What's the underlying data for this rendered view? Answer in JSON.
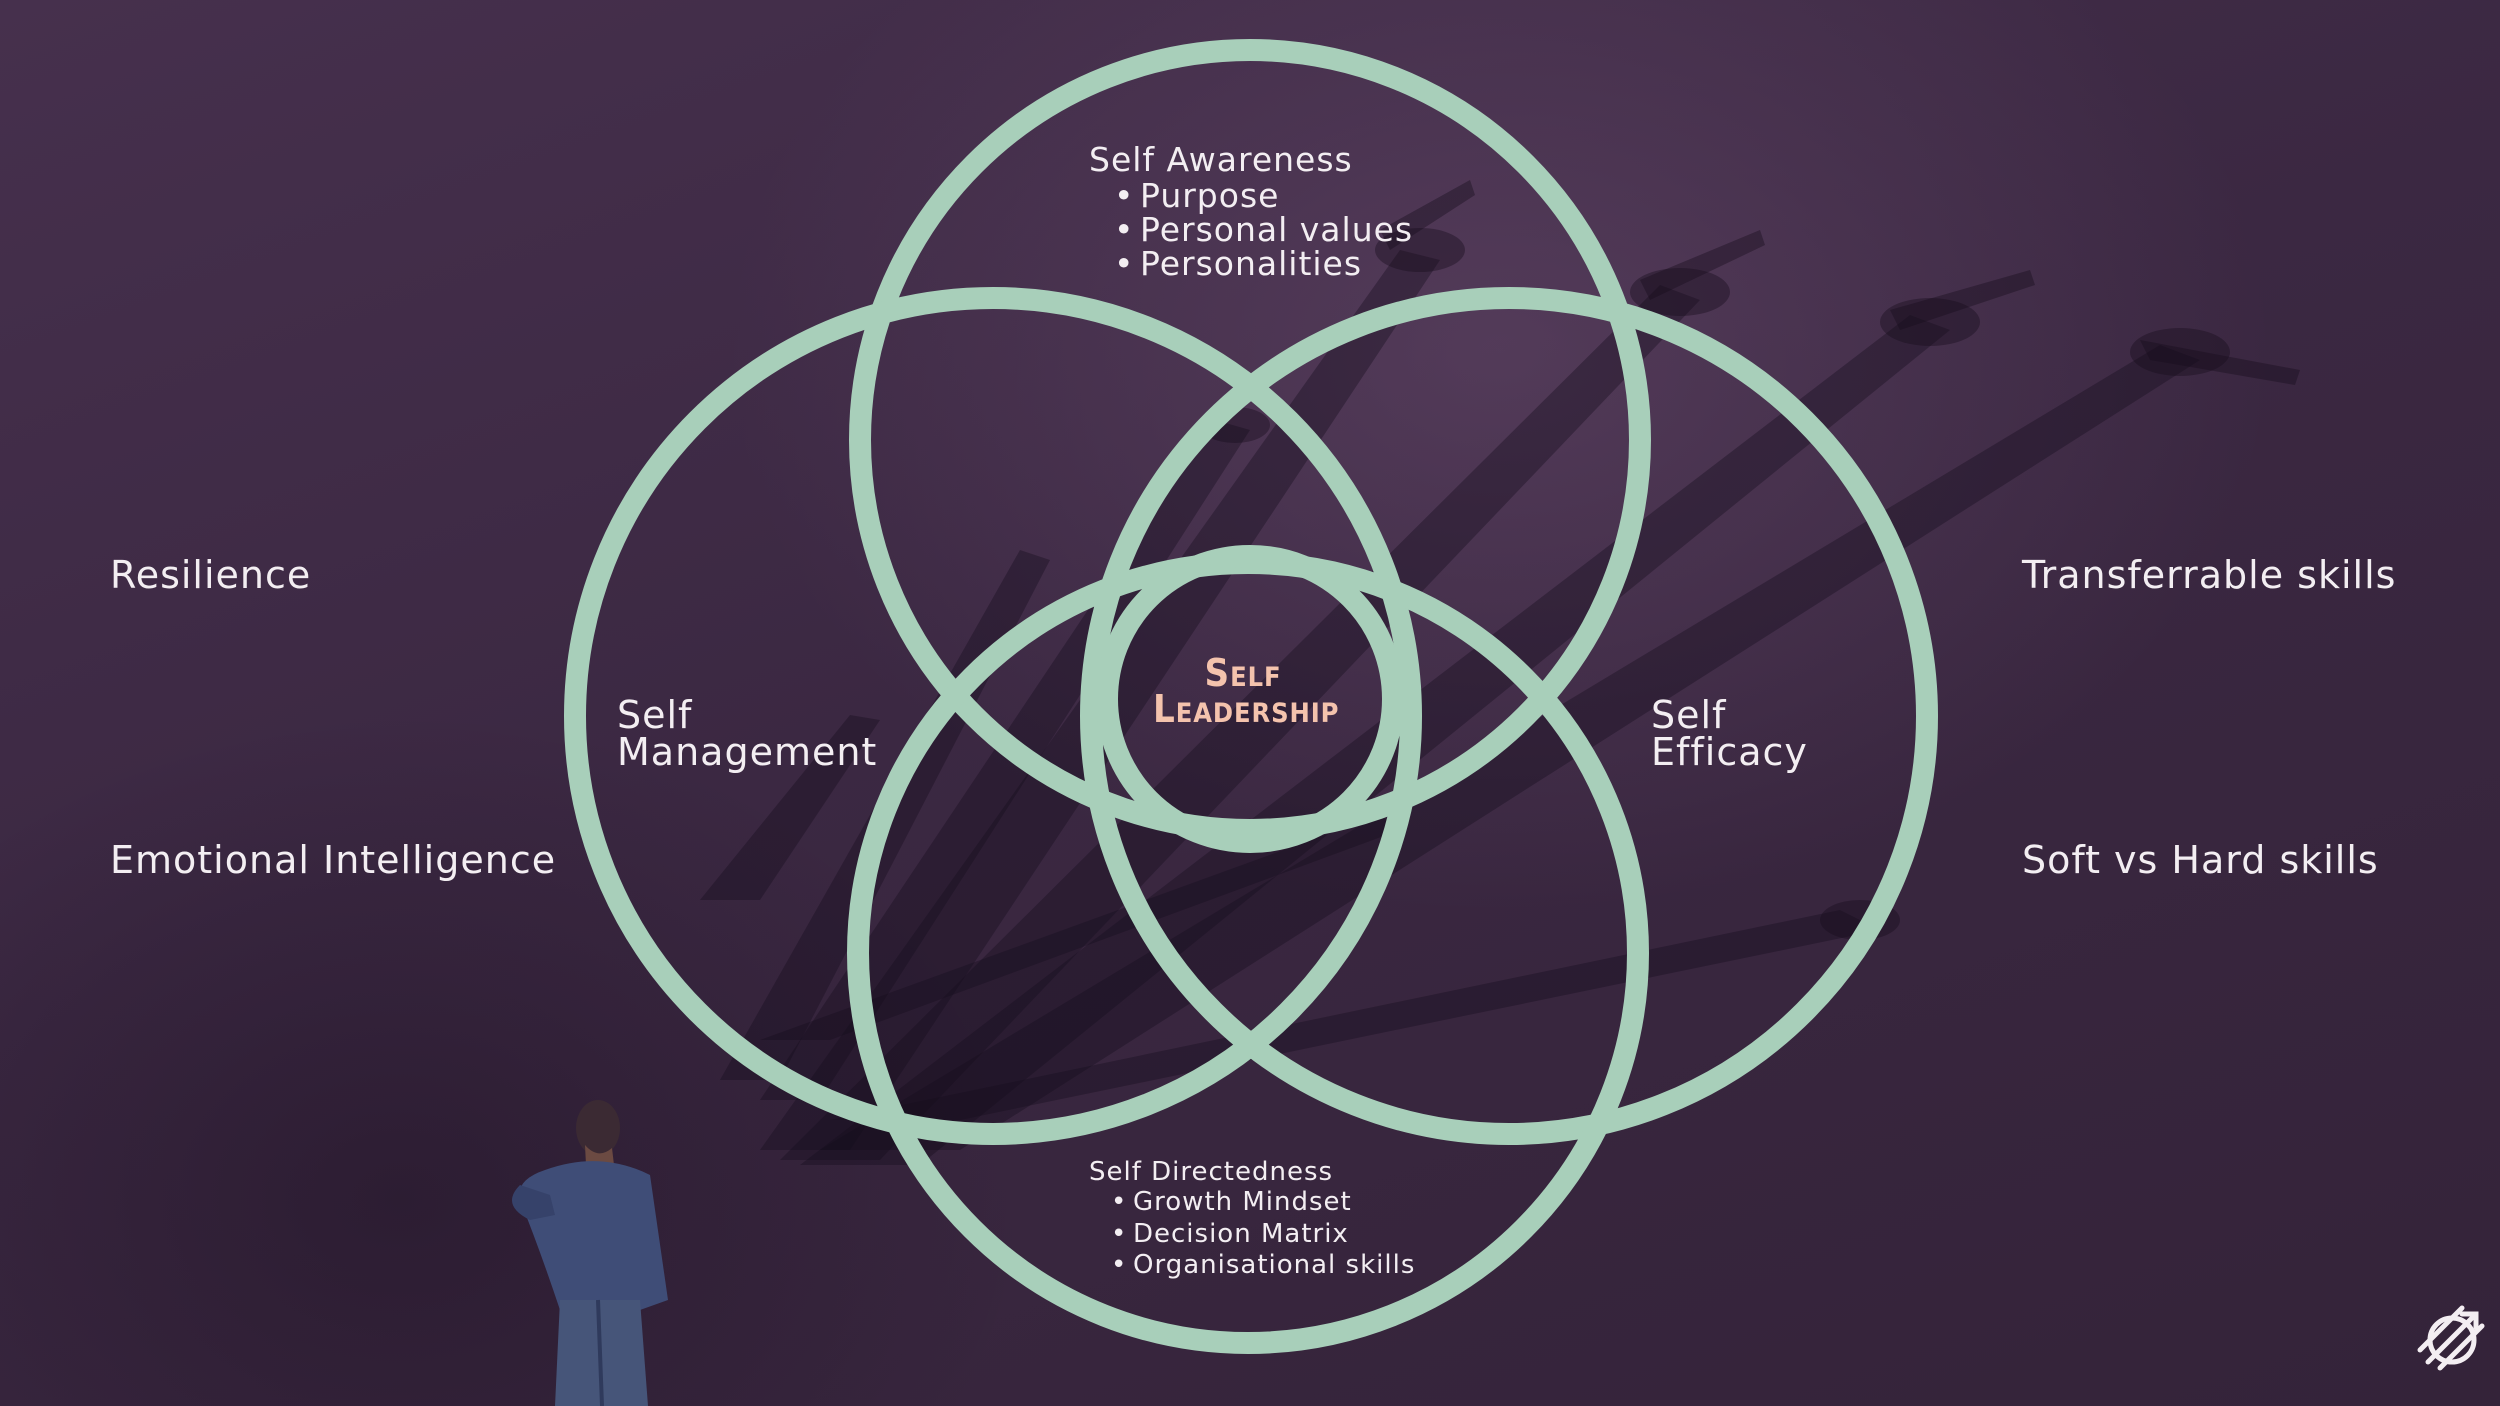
{
  "diagram": {
    "center": {
      "line1": "Self",
      "line2": "Leadership"
    },
    "circles": {
      "top": {
        "title": "Self Awareness",
        "items": [
          "Purpose",
          "Personal values",
          "Personalities"
        ]
      },
      "left": {
        "line1": "Self",
        "line2": "Management"
      },
      "right": {
        "line1": "Self",
        "line2": "Efficacy"
      },
      "bottom": {
        "title": "Self Directedness",
        "items": [
          "Growth Mindset",
          "Decision Matrix",
          "Organisational skills"
        ]
      }
    },
    "side_topics": {
      "left_top": "Resilience",
      "left_bottom": "Emotional Intelligence",
      "right_top": "Transferrable skills",
      "right_bottom": "Soft vs Hard skills"
    }
  },
  "colors": {
    "background": "#3b2842",
    "ring": "#a8cfba",
    "center_text": "#f4c3ad",
    "text": "#f3eef2"
  },
  "icons": [
    "person-figure-illustration",
    "shadow-crowd-illustration",
    "brand-logo-icon"
  ]
}
